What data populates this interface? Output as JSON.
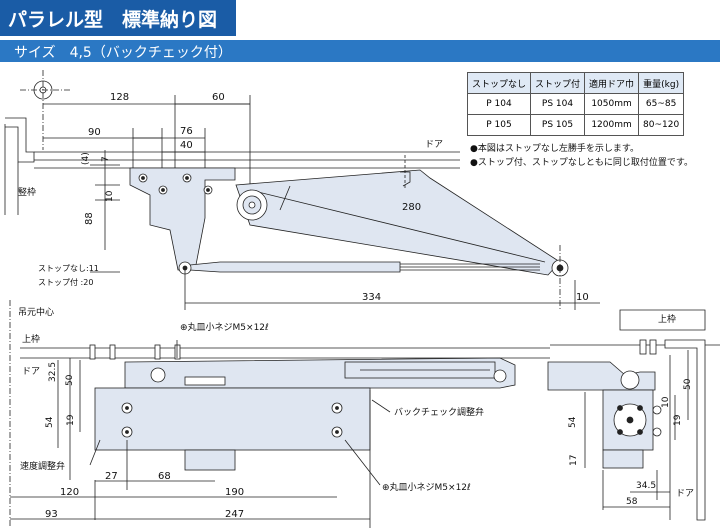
{
  "title": "パラレル型　標準納り図",
  "subtitle": "サイズ　4,5（バックチェック付）",
  "table": {
    "headers": [
      "ストップなし",
      "ストップ付",
      "適用ドア巾",
      "重量(kg)"
    ],
    "rows": [
      [
        "P 104",
        "PS 104",
        "1050mm",
        "65~85"
      ],
      [
        "P 105",
        "PS 105",
        "1200mm",
        "80~120"
      ]
    ]
  },
  "notes": [
    "●本図はストップなし左勝手を示します。",
    "●ストップ付、ストップなしともに同じ取付位置です。"
  ],
  "top_view": {
    "dims": [
      "128",
      "60",
      "90",
      "76",
      "40",
      "(4)",
      "7",
      "10",
      "88",
      "280",
      "334",
      "10"
    ],
    "labels": {
      "door": "ドア",
      "frame": "竪枠",
      "stop_none": "ストップなし:11",
      "stop_with": "ストップ付 :20"
    }
  },
  "front_view": {
    "labels": {
      "center": "吊元中心",
      "upper_frame": "上枠",
      "door": "ドア",
      "screw_top": "⊕丸皿小ネジM5×12ℓ",
      "backcheck": "バックチェック調整弁",
      "speed": "速度調整弁",
      "screw_bottom": "⊕丸皿小ネジM5×12ℓ"
    },
    "dims": [
      "32.5",
      "50",
      "54",
      "19",
      "27",
      "68",
      "120",
      "190",
      "93",
      "247"
    ]
  },
  "side_view": {
    "labels": {
      "upper_frame": "上枠",
      "door": "ドア"
    },
    "dims": [
      "50",
      "10",
      "19",
      "54",
      "17",
      "34.5",
      "58"
    ]
  },
  "colors": {
    "title_bg": "#1a5ca6",
    "sub_bg": "#2b78c4",
    "part_fill": "#dfe6f1"
  }
}
